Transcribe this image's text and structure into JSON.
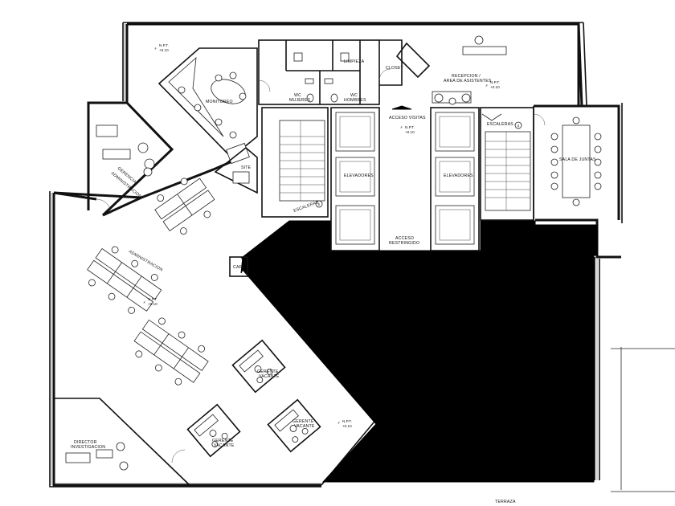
{
  "rooms": {
    "limpieza": "LIMPIEZA",
    "closet": "CLOSET",
    "wc_mujeres_1": "WC",
    "wc_mujeres_2": "MUJERES",
    "wc_hombres_1": "WC",
    "wc_hombres_2": "HOMBRES",
    "recepcion_1": "RECEPCION /",
    "recepcion_2": "AREA DE ASISTENTES",
    "monitoreo": "MONITOREO",
    "acceso_visitas": "ACCESO VISITAS",
    "escaleras_right": "ESCALERAS",
    "escaleras_left": "ESCALERAS",
    "elevadores_left": "ELEVADORES",
    "elevadores_right": "ELEVADORES",
    "sala_juntas": "SALA DE JUNTAS",
    "gerencia_1": "GERENCIA",
    "gerencia_2": "ADMINISTRACION",
    "site": "SITE",
    "acceso_restringido_1": "ACCESO",
    "acceso_restringido_2": "RESTRINGIDO",
    "administracion": "ADMINISTRACION",
    "cafe": "CAFE",
    "gerente_vacante_a_1": "GERENTE",
    "gerente_vacante_a_2": "VACANTE",
    "gerente_vacante_b_1": "GERENTE",
    "gerente_vacante_b_2": "VACANTE",
    "gerente_vacante_c_1": "GERENTE",
    "gerente_vacante_c_2": "VACANTE",
    "director_1": "DIRECTOR",
    "director_2": "INVESTIGACION",
    "terraza": "TERRAZA"
  },
  "levels": {
    "npt_label": "N.P.T.",
    "npt_value": "+0.10"
  },
  "stair_numbers": {
    "right": "3",
    "left": "5"
  }
}
